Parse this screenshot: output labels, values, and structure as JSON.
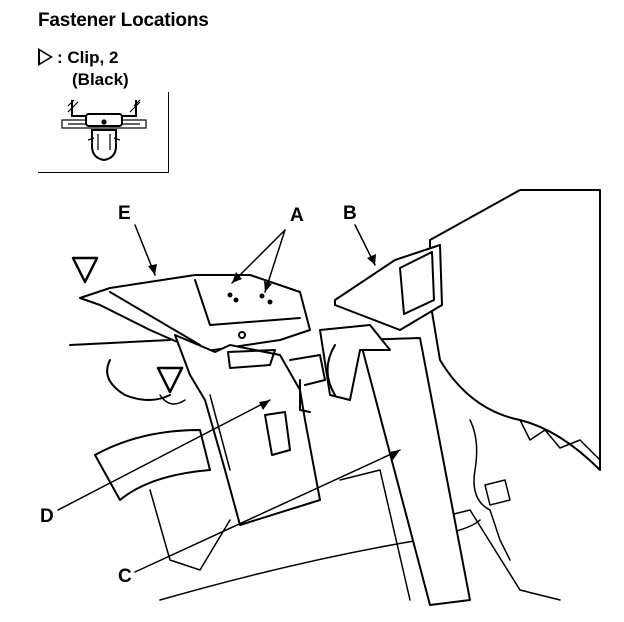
{
  "header": {
    "title": "Fastener Locations"
  },
  "legend": {
    "symbol_icon": "open-triangle-icon",
    "label_line1": ": Clip, 2",
    "label_line2": "(Black)"
  },
  "callouts": {
    "a": "A",
    "b": "B",
    "c": "C",
    "d": "D",
    "e": "E"
  }
}
